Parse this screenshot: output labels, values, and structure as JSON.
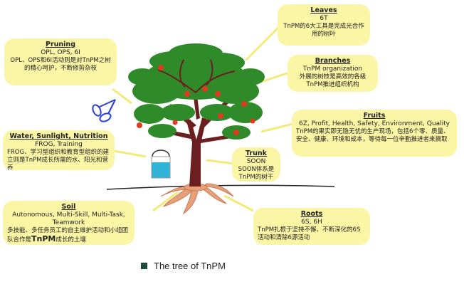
{
  "leaves": {
    "title": "Leaves",
    "subtitle": "6T",
    "text": "TnPM的6大工具是完成光合作用的树叶"
  },
  "pruning": {
    "title": "Pruning",
    "subtitle": "OPL, OPS, 6I",
    "text": "OPL、OPS和6I活动则是对TnPM之树的精心呵护，不断修剪杂枝"
  },
  "branches": {
    "title": "Branches",
    "subtitle": "TnPM organization",
    "text": "外展的树枝是高效的各级TnPM推进组织机构"
  },
  "fruits": {
    "title": "Fruits",
    "subtitle": "6Z, Profit, Health, Safety, Environment, Quality",
    "text": "TnPM的果实即无隐无忧的生产现场，包括6个零、质量、安全、健康、环境和成本，等待每一位辛勤推进者来摘取"
  },
  "water": {
    "title": "Water, Sunlight, Nutrition",
    "subtitle": "FROG, Training",
    "text": "FROG、学习型组织和教育型组织的建立则是TnPM成长所需的水、阳光和营养"
  },
  "trunk": {
    "title": "Trunk",
    "subtitle": "SOON",
    "text": "SOON体系是TnPM的树干"
  },
  "soil": {
    "title": "Soil",
    "subtitle": "Autonomous, Multi-Skill, Multi-Task, Teamwork",
    "text_before": "多技能、多任务员工的自主维护活动和小组团队合作是",
    "text_highlight": "TnPM",
    "text_after": "成长的土壤"
  },
  "roots": {
    "title": "Roots",
    "subtitle": "6S, 6H",
    "text": "TnPM扎根于坚持不懈、不断深化的6S活动和清除6源活动"
  },
  "caption": "The tree of TnPM",
  "colors": {
    "callout_bg": "#fbf6a6",
    "foliage": "#2f8a2a",
    "fruit": "#e23a1f",
    "trunk": "#6b1f1f",
    "roots": "#e7a07a",
    "water": "#2fb4d8",
    "scissors": "#2b3fd6",
    "marker": "#1c4a3a"
  },
  "icons": [
    "scissors-icon",
    "water-bucket-icon",
    "tree-icon"
  ]
}
